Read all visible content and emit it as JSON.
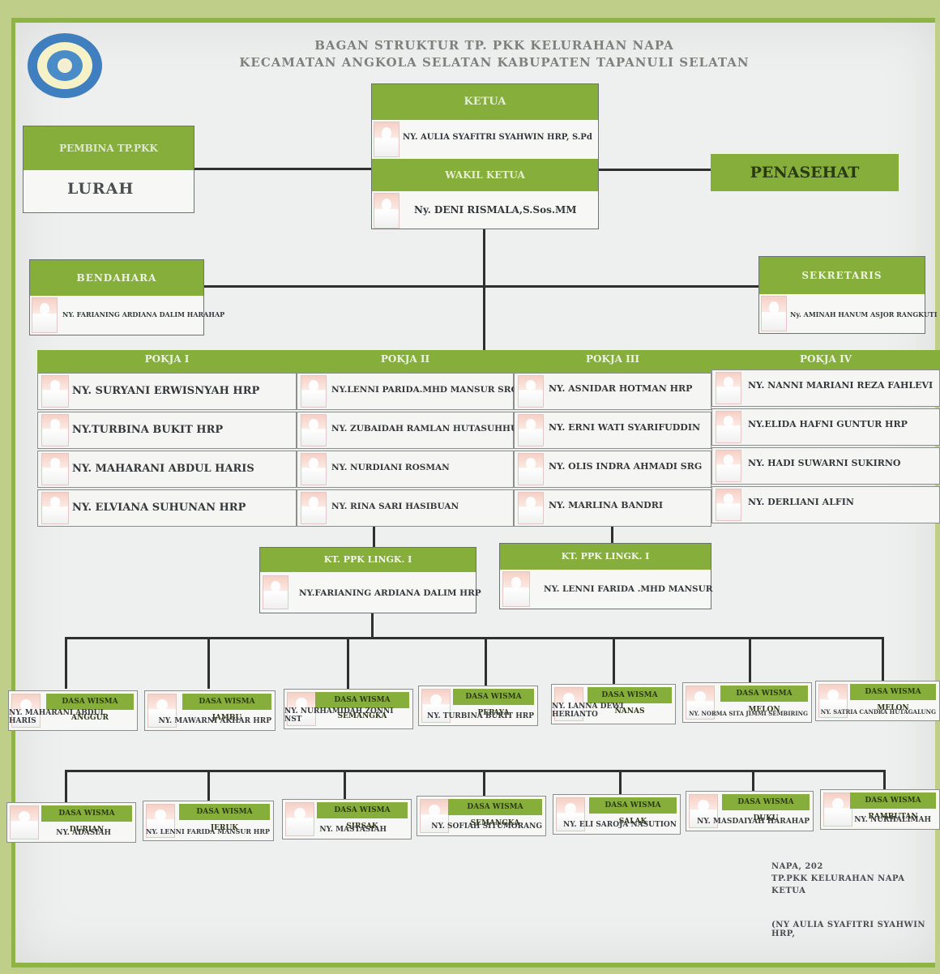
{
  "header": {
    "title_line1": "BAGAN STRUKTUR TP. PKK KELURAHAN NAPA",
    "title_line2": "KECAMATAN ANGKOLA SELATAN KABUPATEN TAPANULI SELATAN"
  },
  "pembina": {
    "label": "PEMBINA TP.PKK",
    "name": "LURAH"
  },
  "ketua": {
    "label": "KETUA",
    "name": "NY. AULIA SYAFITRI SYAHWIN HRP, S.Pd"
  },
  "wakil_ketua": {
    "label": "WAKIL KETUA",
    "name": "Ny. DENI RISMALA,S.Sos.MM"
  },
  "penasehat": {
    "label": "PENASEHAT"
  },
  "bendahara": {
    "label": "BENDAHARA",
    "name": "NY. FARIANING ARDIANA DALIM HARAHAP"
  },
  "sekretaris": {
    "label": "SEKRETARIS",
    "name": "Ny. AMINAH HANUM ASJOR RANGKUTI"
  },
  "pokja": [
    {
      "label": "POKJA I",
      "members": [
        "NY. SURYANI ERWISNYAH HRP",
        "NY.TURBINA BUKIT HRP",
        "NY. MAHARANI ABDUL HARIS",
        "NY. ELVIANA SUHUNAN HRP"
      ]
    },
    {
      "label": "POKJA II",
      "members": [
        "NY.LENNI PARIDA.MHD MANSUR SRG",
        "NY. ZUBAIDAH RAMLAN HUTASUHHUT",
        "NY. NURDIANI ROSMAN",
        "NY. RINA SARI HASIBUAN"
      ]
    },
    {
      "label": "POKJA III",
      "members": [
        "NY. ASNIDAR HOTMAN HRP",
        "NY. ERNI WATI SYARIFUDDIN",
        "NY. OLIS INDRA AHMADI SRG",
        "NY. MARLINA BANDRI"
      ]
    },
    {
      "label": "POKJA IV",
      "members": [
        "NY. NANNI MARIANI REZA FAHLEVI",
        "NY.ELIDA HAFNI GUNTUR HRP",
        "NY. HADI SUWARNI SUKIRNO",
        "NY. DERLIANI ALFIN"
      ]
    }
  ],
  "lingk": [
    {
      "label": "KT. PPK LINGK. I",
      "name": "NY.FARIANING ARDIANA DALIM HRP"
    },
    {
      "label": "KT. PPK LINGK. I",
      "name": "NY. LENNI FARIDA .MHD MANSUR"
    }
  ],
  "dasa_wisma_row1": [
    {
      "label": "DASA WISMA ANGGUR",
      "name": "NY. MAHARANI ABDUL HARIS"
    },
    {
      "label": "DASA WISMA JAMBU",
      "name": "NY. MAWARNI AKHAR HRP"
    },
    {
      "label": "DASA WISMA SEMANGKA",
      "name": "NY. NURHAMIDAH ZONNI NST"
    },
    {
      "label": "DASA WISMA PEPAYA",
      "name": "NY. TURBINA BUKIT HRP"
    },
    {
      "label": "DASA WISMA NANAS",
      "name": "NY. LANNA DEWI HERIANTO"
    },
    {
      "label": "DASA WISMA MELON",
      "name": "NY. NORMA SITA JIMMI SEMBIRING"
    },
    {
      "label": "DASA WISMA MELON",
      "name": "NY. SATRIA CANDRA HUTAGALUNG"
    }
  ],
  "dasa_wisma_row2": [
    {
      "label": "DASA WISMA DURIAN",
      "name": "NY. ADASIAH"
    },
    {
      "label": "DASA WISMA JERUK",
      "name": "NY. LENNI FARIDA MANSUR HRP"
    },
    {
      "label": "DASA WISMA SIRSAK",
      "name": "NY. MASTASIAH"
    },
    {
      "label": "DASA WISMA SEMANGKA",
      "name": "NY. SOFIAH SITUMORANG"
    },
    {
      "label": "DASA WISMA SALAK",
      "name": "NY. ELI SAROJA NASUTION"
    },
    {
      "label": "DASA WISMA DUKU",
      "name": "NY. MASDAIYAH HARAHAP"
    },
    {
      "label": "DASA WISMA RAMBUTAN",
      "name": "NY. NURHALIMAH"
    }
  ],
  "signature": {
    "place": "NAPA,    202",
    "org": "TP.PKK KELURAHAN NAPA",
    "role": "KETUA",
    "name": "(NY AULIA SYAFITRI SYAHWIN HRP,"
  }
}
